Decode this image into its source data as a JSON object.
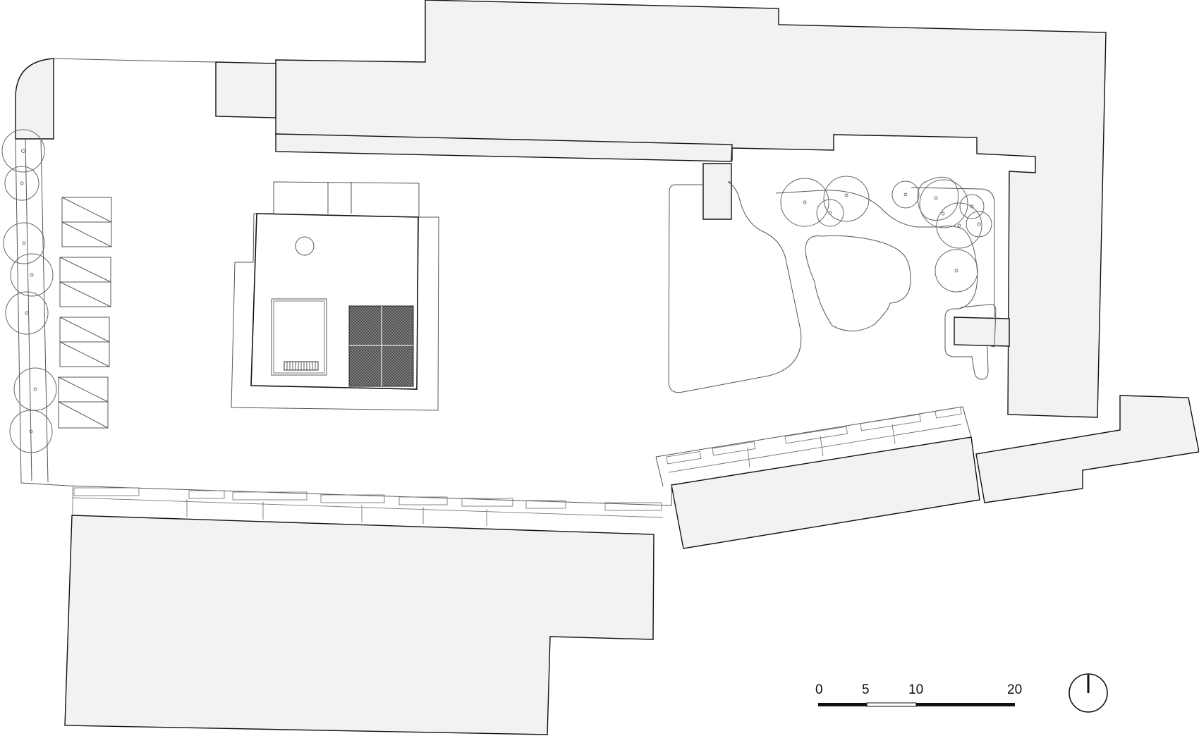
{
  "scale_bar": {
    "labels": [
      "0",
      "5",
      "10",
      "20"
    ]
  },
  "north_arrow": {
    "icon": "north-arrow-icon"
  }
}
